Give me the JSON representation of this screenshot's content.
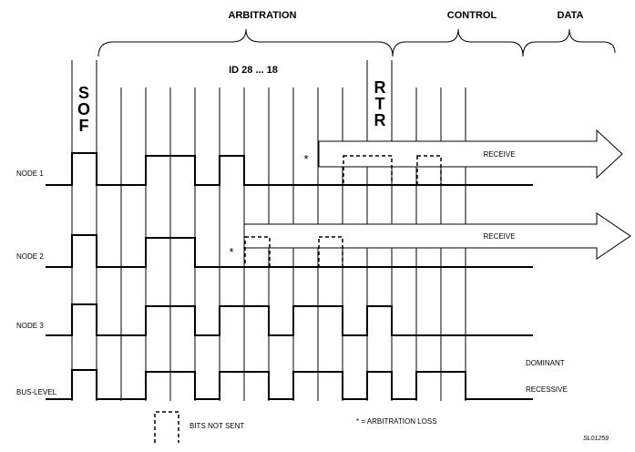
{
  "sections": {
    "arbitration": "ARBITRATION",
    "control": "CONTROL",
    "data": "DATA"
  },
  "id_range": "ID 28 ... 18",
  "sof_letters": [
    "S",
    "O",
    "F"
  ],
  "rtr_letters": [
    "R",
    "T",
    "R"
  ],
  "rows": [
    {
      "key": "node1",
      "label": "NODE 1"
    },
    {
      "key": "node2",
      "label": "NODE 2"
    },
    {
      "key": "node3",
      "label": "NODE 3"
    },
    {
      "key": "bus",
      "label": "BUS-LEVEL"
    }
  ],
  "receive_label": "RECEIVE",
  "arbitration_mark": "*",
  "levels": {
    "dominant": "DOMINANT",
    "recessive": "RECESSIVE"
  },
  "legend": {
    "bits_not_sent": "BITS NOT SENT",
    "arbitration_loss": "* = ARBITRATION LOSS"
  },
  "figure_id": "SL01259"
}
